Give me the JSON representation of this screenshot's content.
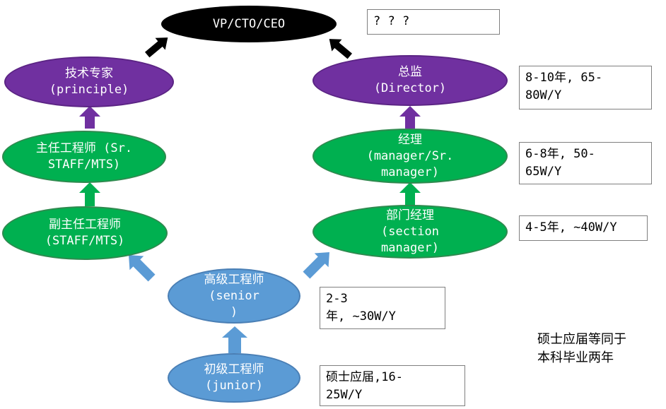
{
  "nodes": {
    "ceo": "VP/CTO/CEO",
    "principle": "技术专家\n(principle)",
    "staff_senior": "主任工程师 (Sr.\nSTAFF/MTS)",
    "staff": "副主任工程师\n(STAFF/MTS)",
    "director": "总监\n(Director)",
    "manager": "经理\n(manager/Sr.\nmanager)",
    "section_manager": "部门经理\n(section\nmanager)",
    "senior": "高级工程师\n(senior\n)",
    "junior": "初级工程师\n(junior)"
  },
  "notes": {
    "ceo": "? ? ?",
    "director": "8-10年, 65-\n80W/Y",
    "manager": "6-8年, 50-\n65W/Y",
    "section_manager": "4-5年, ~40W/Y",
    "senior": "2-3\n年, ~30W/Y",
    "junior": "硕士应届,16-\n25W/Y"
  },
  "side_note": "硕士应届等同于\n本科毕业两年",
  "colors": {
    "black": "#000000",
    "purple": "#7030a0",
    "green": "#00b050",
    "blue": "#5b9bd5",
    "note_border": "#7f7f7f"
  }
}
